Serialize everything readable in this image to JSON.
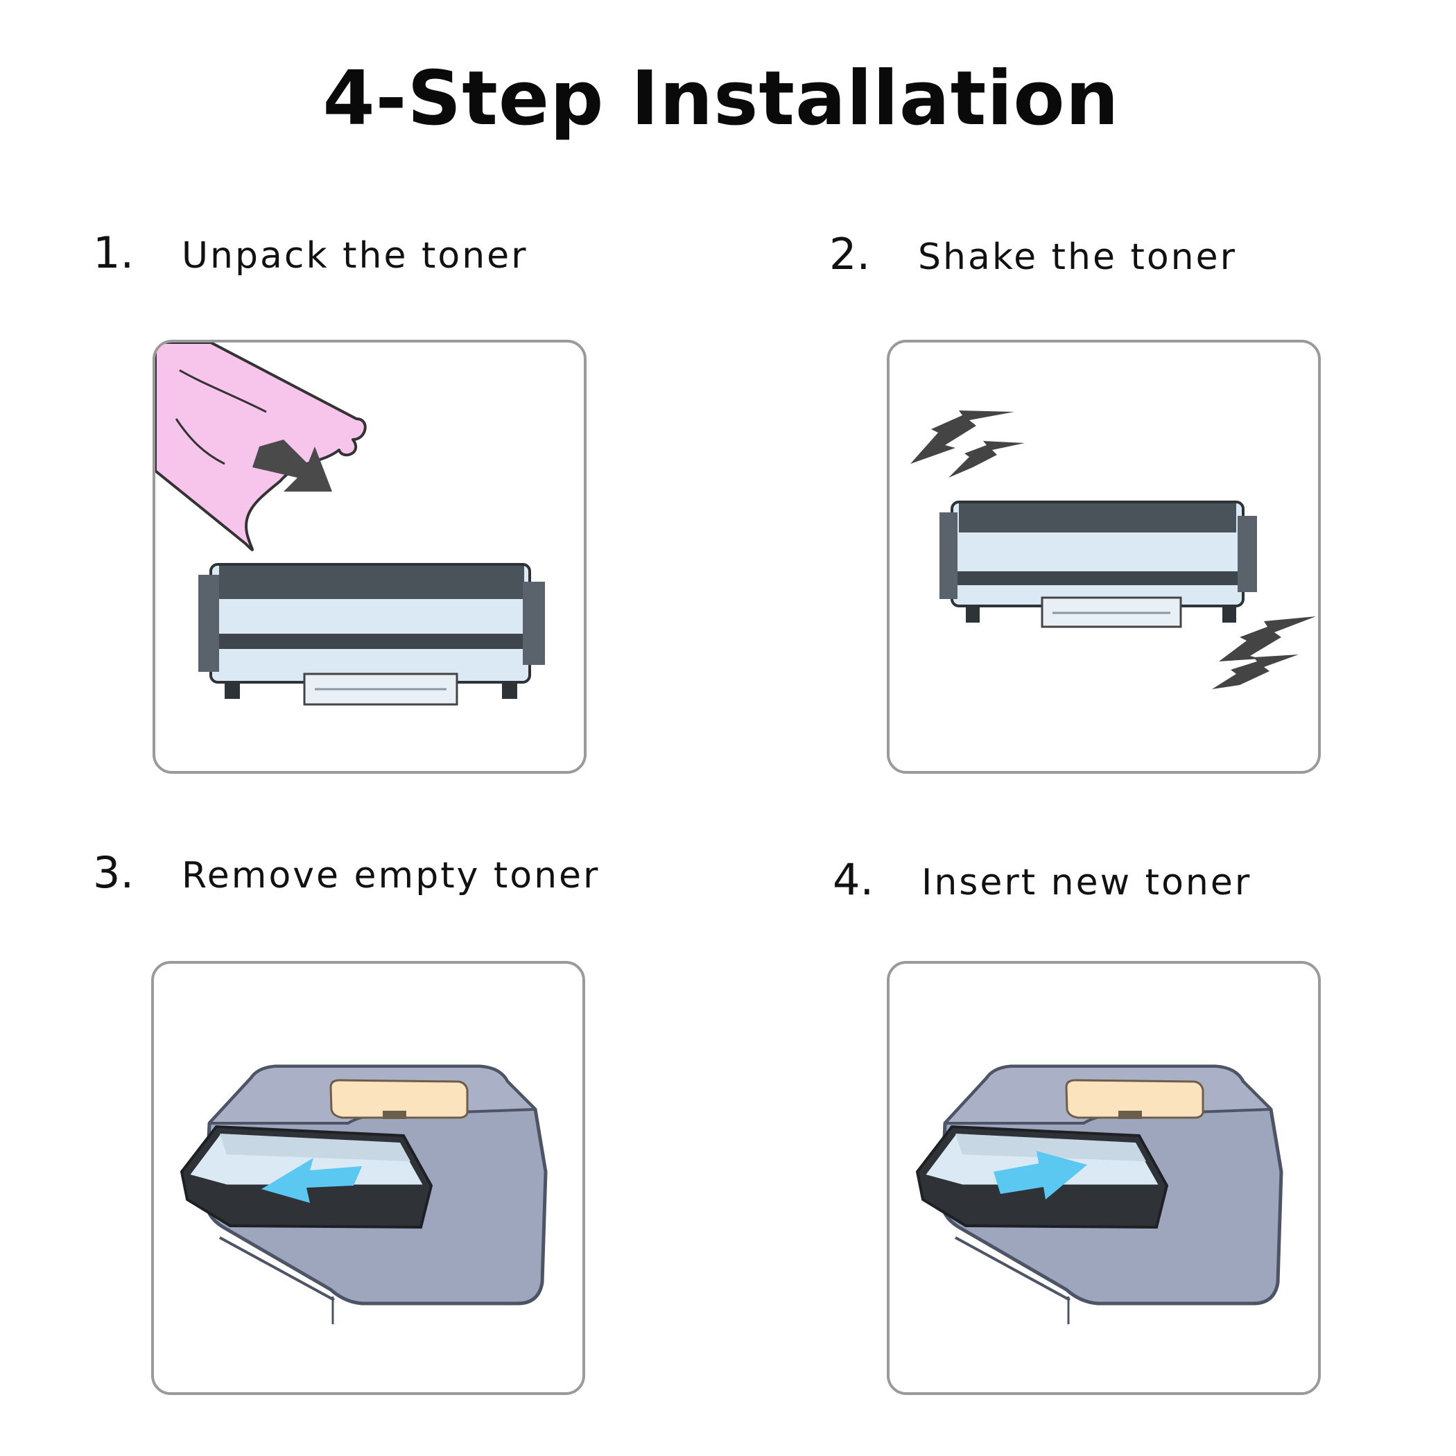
{
  "title": "4-Step Installation",
  "steps": [
    {
      "number": "1.",
      "label": "Unpack the toner"
    },
    {
      "number": "2.",
      "label": "Shake the toner"
    },
    {
      "number": "3.",
      "label": "Remove empty toner"
    },
    {
      "number": "4.",
      "label": "Insert new toner"
    }
  ],
  "colors": {
    "packaging": "#f7c4ec",
    "printer_body": "#9ea6bd",
    "printer_top_panel": "#fbe4bd",
    "arrow_blue": "#5bc8f2",
    "arrow_dark": "#4a4a4a",
    "cartridge_light": "#dbe9f4",
    "cartridge_dark": "#3e454c",
    "panel_border": "#9a9a9a"
  },
  "icons": [
    "toner-cartridge-icon",
    "packaging-bag-icon",
    "arrow-icon",
    "shake-zigzag-icon",
    "printer-icon"
  ]
}
